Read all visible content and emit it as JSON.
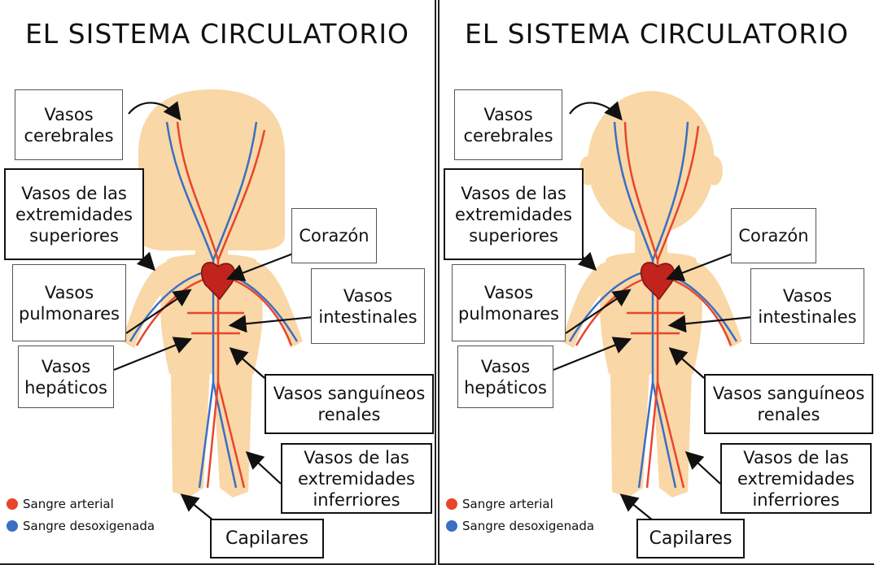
{
  "pages": [
    {
      "title": "EL SISTEMA CIRCULATORIO",
      "labels": {
        "cerebrales": "Vasos\ncerebrales",
        "superiores": "Vasos de las\nextremidades\nsuperiores",
        "corazon": "Corazón",
        "pulmonares": "Vasos\npulmonares",
        "intestinales": "Vasos\nintestinales",
        "hepaticos": "Vasos\nhepáticos",
        "renales": "Vasos sanguíneos\nrenales",
        "inferiores": "Vasos de las\nextremidades\ninferriores",
        "capilares": "Capilares"
      },
      "legend": {
        "arterial": "Sangre arterial",
        "desox": "Sangre desoxigenada"
      }
    },
    {
      "title": "EL SISTEMA CIRCULATORIO",
      "labels": {
        "cerebrales": "Vasos\ncerebrales",
        "superiores": "Vasos de las\nextremidades\nsuperiores",
        "corazon": "Corazón",
        "pulmonares": "Vasos\npulmonares",
        "intestinales": "Vasos\nintestinales",
        "hepaticos": "Vasos\nhepáticos",
        "renales": "Vasos sanguíneos\nrenales",
        "inferiores": "Vasos de las\nextremidades\ninferriores",
        "capilares": "Capilares"
      },
      "legend": {
        "arterial": "Sangre arterial",
        "desox": "Sangre desoxigenada"
      }
    }
  ],
  "colors": {
    "artery": "#e8452c",
    "vein": "#3a6fc4",
    "skin": "#f9d7a6",
    "heart": "#c0241c"
  }
}
